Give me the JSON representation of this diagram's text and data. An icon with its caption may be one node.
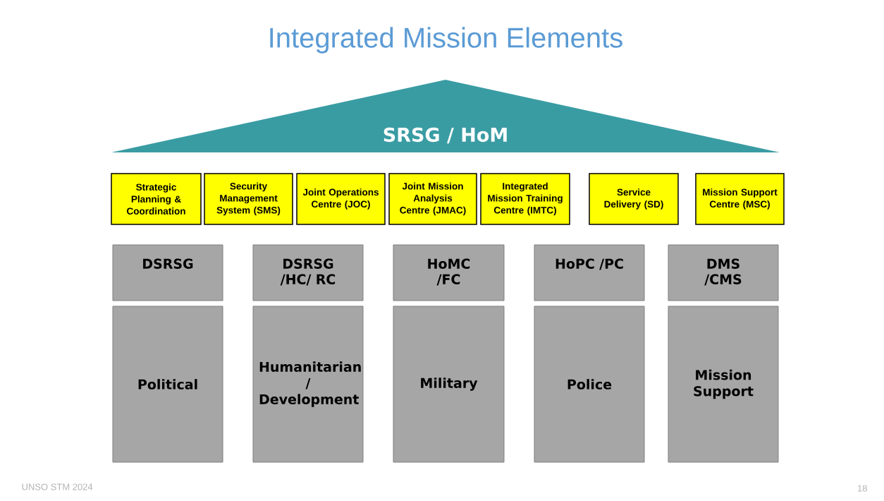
{
  "diagram": {
    "title": "Integrated Mission Elements",
    "nodes": [
      {
        "text": [
          "SRSG / HoM"
        ]
      },
      {
        "text": [
          "Strategic Planning & Coordination"
        ]
      },
      {
        "text": [
          "Security Management System (SMS)"
        ]
      },
      {
        "text": [
          "Joint Operations Centre (JOC)"
        ]
      },
      {
        "text": [
          "Joint Mission Analysis Centre (JMAC)"
        ]
      },
      {
        "text": [
          "Integrated Mission Training Centre (IMTC)"
        ]
      },
      {
        "text": [
          "Service Delivery (SD)"
        ]
      },
      {
        "text": [
          "Mission Support Centre (MSC)"
        ]
      },
      {
        "text": [
          "DSRSG"
        ]
      },
      {
        "text": [
          "DSRSG /HC/ RC"
        ]
      },
      {
        "text": [
          "HoMC /FC"
        ]
      },
      {
        "text": [
          "HoPC /PC"
        ]
      },
      {
        "text": [
          "DMS /CMS"
        ]
      },
      {
        "text": [
          "Political"
        ]
      },
      {
        "text": [
          "Humanitarian / Development"
        ]
      },
      {
        "text": [
          "Military"
        ]
      },
      {
        "text": [
          "Police"
        ]
      },
      {
        "text": [
          "Mission Support"
        ]
      }
    ],
    "labels": [
      "UNSO STM 2024",
      "18"
    ]
  }
}
